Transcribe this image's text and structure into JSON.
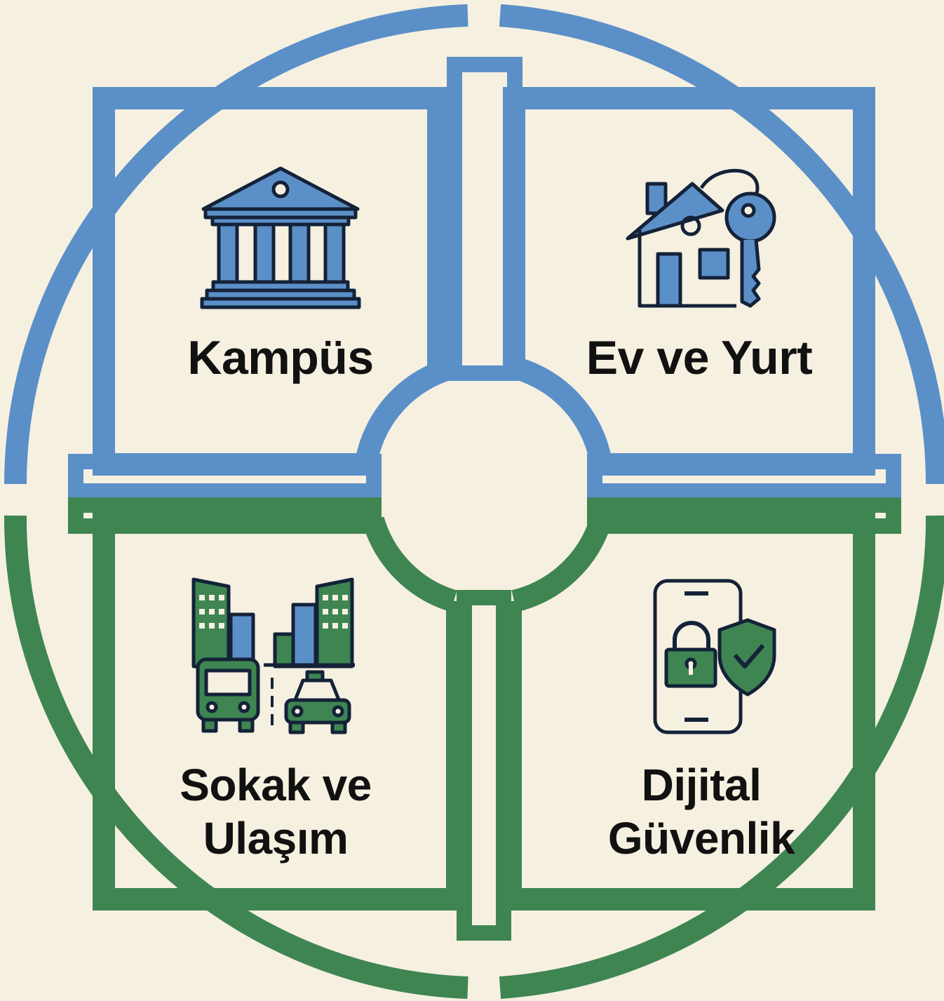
{
  "colors": {
    "background": "#f6f0e1",
    "blue": "#5b8fc7",
    "green": "#3e8552",
    "icon_stroke": "#142238",
    "text": "#111111"
  },
  "quadrants": [
    {
      "id": "campus",
      "lines": [
        "Kampüs"
      ],
      "icon": "university-building-icon",
      "color": "blue"
    },
    {
      "id": "home",
      "lines": [
        "Ev ve Yurt"
      ],
      "icon": "house-key-icon",
      "color": "blue"
    },
    {
      "id": "street",
      "lines": [
        "Sokak ve",
        "Ulaşım"
      ],
      "icon": "city-transport-icon",
      "color": "green"
    },
    {
      "id": "digital",
      "lines": [
        "Dijital",
        "Güvenlik"
      ],
      "icon": "phone-security-icon",
      "color": "green"
    }
  ]
}
